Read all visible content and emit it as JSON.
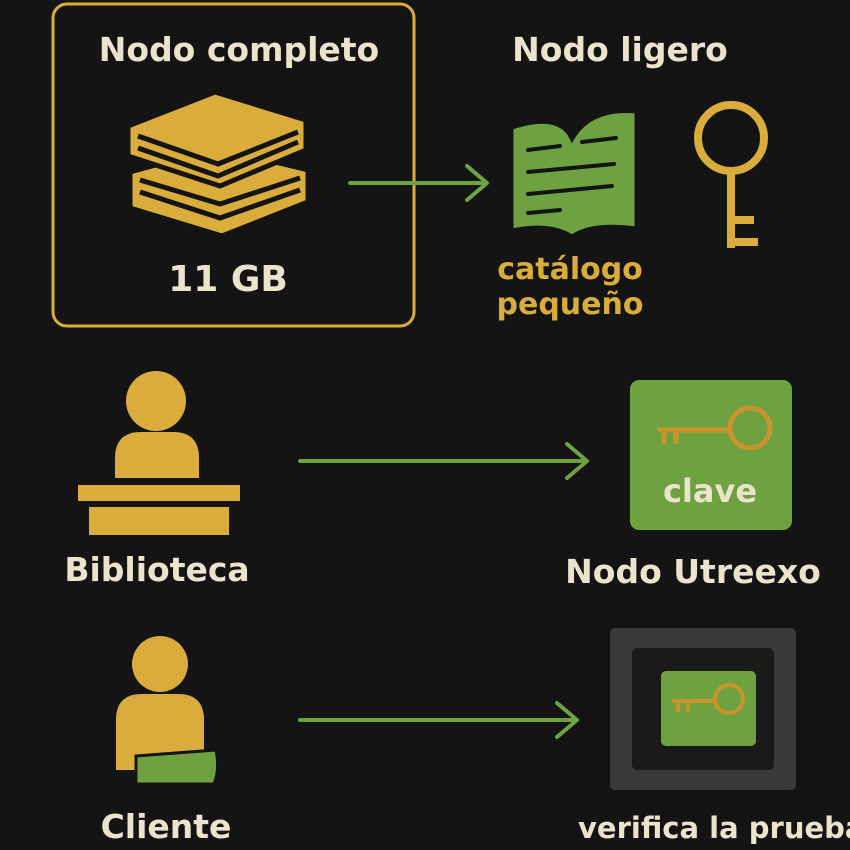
{
  "colors": {
    "background": "#141414",
    "gold": "#d9ac3c",
    "green": "#6ea240",
    "cream": "#ece3cc",
    "dark_gray": "#3a3a38"
  },
  "full_node": {
    "title": "Nodo completo",
    "size": "11 GB",
    "icon": "books-stack-icon"
  },
  "light_node": {
    "title": "Nodo ligero",
    "catalog_line1": "catálogo",
    "catalog_line2": "pequeño",
    "icons": [
      "open-book-icon",
      "key-icon"
    ]
  },
  "library": {
    "label": "Biblioteca",
    "icon": "librarian-icon"
  },
  "utreexo": {
    "label": "Nodo Utreexo",
    "key_label": "clave",
    "icon": "key-card-icon"
  },
  "client": {
    "label": "Cliente",
    "icon": "client-person-icon"
  },
  "verify": {
    "label": "verifica la prueba",
    "icon": "proof-screen-icon"
  },
  "arrows": [
    "arrow-full-to-light",
    "arrow-library-to-utreexo",
    "arrow-client-to-verify"
  ]
}
